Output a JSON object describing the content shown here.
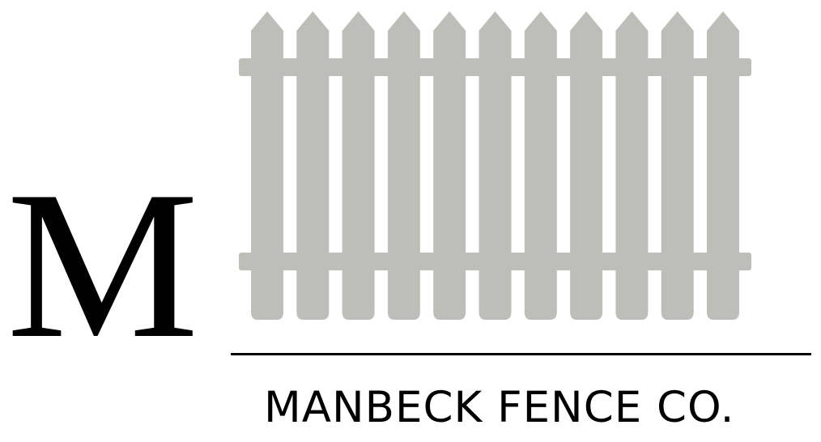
{
  "logo": {
    "monogram": "M",
    "company_name": "MANBECK FENCE CO.",
    "fence_picket_count": 11,
    "colors": {
      "fence": "#bdbdb9",
      "text": "#000000",
      "background": "#ffffff"
    },
    "icon": "picket-fence-icon"
  }
}
